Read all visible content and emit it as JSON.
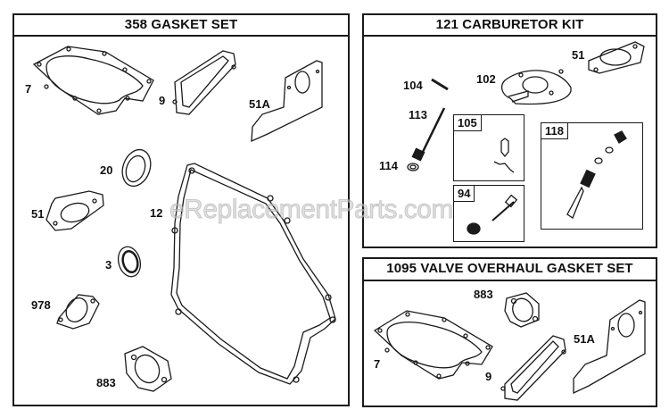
{
  "panels": {
    "gasket_set": {
      "title": "358 GASKET SET",
      "parts": [
        {
          "ref": "7",
          "desc": "cylinder-head-gasket"
        },
        {
          "ref": "9",
          "desc": "rocker-cover-gasket"
        },
        {
          "ref": "51A",
          "desc": "intake-heat-shield-gasket"
        },
        {
          "ref": "20",
          "desc": "oil-seal"
        },
        {
          "ref": "51",
          "desc": "intake-gasket"
        },
        {
          "ref": "12",
          "desc": "crankcase-gasket"
        },
        {
          "ref": "3",
          "desc": "oil-seal-small"
        },
        {
          "ref": "978",
          "desc": "exhaust-gasket"
        },
        {
          "ref": "883",
          "desc": "muffler-gasket"
        }
      ]
    },
    "carburetor_kit": {
      "title": "121 CARBURETOR KIT",
      "parts": [
        {
          "ref": "104",
          "desc": "pin"
        },
        {
          "ref": "102",
          "desc": "diaphragm-gasket"
        },
        {
          "ref": "51",
          "desc": "intake-gasket"
        },
        {
          "ref": "113",
          "desc": "needle-valve"
        },
        {
          "ref": "114",
          "desc": "o-ring"
        }
      ],
      "subkits": [
        {
          "ref": "105",
          "desc": "float-needle-kit"
        },
        {
          "ref": "94",
          "desc": "idle-mixture-screw"
        },
        {
          "ref": "118",
          "desc": "main-jet-assembly"
        }
      ]
    },
    "valve_overhaul": {
      "title": "1095 VALVE OVERHAUL GASKET SET",
      "parts": [
        {
          "ref": "883",
          "desc": "muffler-gasket"
        },
        {
          "ref": "7",
          "desc": "cylinder-head-gasket"
        },
        {
          "ref": "9",
          "desc": "rocker-cover-gasket"
        },
        {
          "ref": "51A",
          "desc": "intake-heat-shield-gasket"
        }
      ]
    }
  },
  "watermark": "eReplacementParts.com",
  "colors": {
    "line": "#1a1a1a",
    "background": "#ffffff",
    "watermark": "#c8c8c8"
  }
}
